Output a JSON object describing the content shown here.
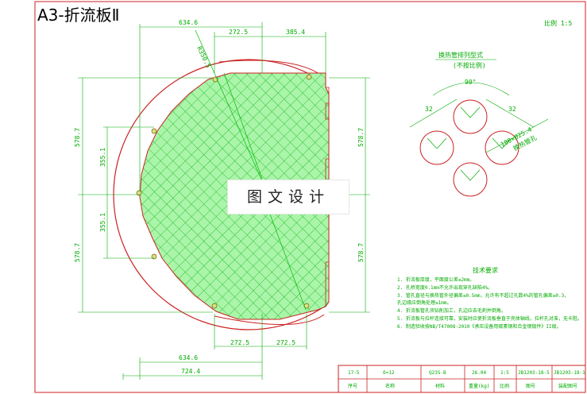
{
  "title": "A3-折流板Ⅱ",
  "watermark": "图文设计",
  "corner_label": "比例 1:5",
  "dimensions": {
    "top_654": "634.6",
    "top_272": "272.5",
    "top_385": "385.4",
    "diag": "R350.5",
    "left_upper": "578.7",
    "left_inner_upper": "355.1",
    "left_inner_lower": "355.1",
    "left_lower": "578.7",
    "right_upper": "578.7",
    "right_lower": "578.7",
    "bottom_272a": "272.5",
    "bottom_272b": "272.5",
    "bottom_634": "634.6",
    "bottom_724": "724.4"
  },
  "detail": {
    "heading": "换热管排列型式",
    "subheading": "(不按比例)",
    "angle": "90°",
    "pitch_left": "32",
    "pitch_right": "32",
    "callout": "180×Ø25.4",
    "callout_note": "换热管孔"
  },
  "notes": {
    "heading": "技术要求",
    "items": [
      "1. 折流板厚度，平面度公差≤2mm。",
      "2. 孔桥宽度0.1mm不允许出现穿孔缺陷4%。",
      "3. 管孔直径与换热管外径偏差≤0.5mm，允许有不超过孔数4%的管孔偏差≤0.3，",
      "   孔边缘应倒角处理≤1mm。",
      "4. 折流板管孔须钻削加工，孔边应去毛刺并倒角。",
      "5. 折流板与拉杆连接可靠，安装时应使折流板垂直于壳体轴线，拉杆孔对准，无卡阻。",
      "6. 制造验收按NB/T47008-2010《承压设备用碳素钢和合金钢锻件》II级。"
    ]
  },
  "title_block": {
    "row1": [
      "17-5",
      "δ=12",
      "Q235-B",
      "26.04",
      "1:5",
      "JB1203-18-5",
      "JB1203-18-1"
    ],
    "row2": [
      "序号",
      "名称",
      "材料",
      "重量(kg)",
      "比例",
      "图号",
      "装配图号"
    ]
  }
}
